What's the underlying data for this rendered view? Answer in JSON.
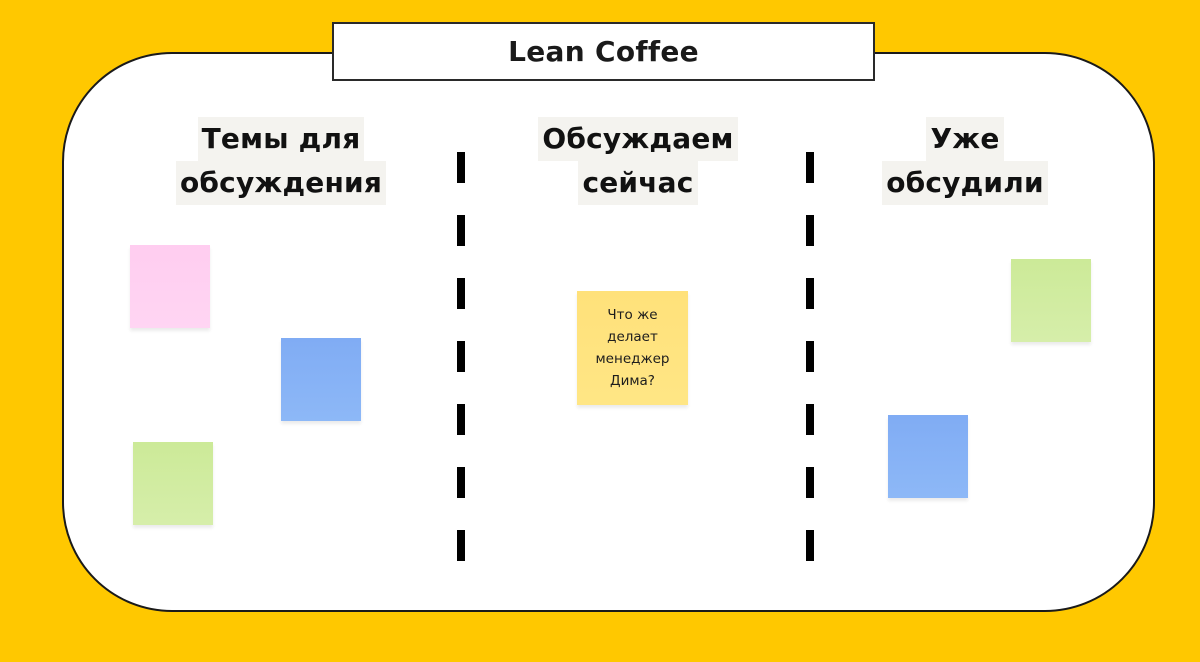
{
  "title": "Lean Coffee",
  "columns": [
    {
      "heading_line1": "Темы для",
      "heading_line2": "обсуждения"
    },
    {
      "heading_line1": "Обсуждаем",
      "heading_line2": "сейчас"
    },
    {
      "heading_line1": "Уже",
      "heading_line2": "обсудили"
    }
  ],
  "colors": {
    "background": "#FFC800",
    "board": "#FFFFFF",
    "heading_highlight": "#F4F3EF",
    "sticky_pink": "#FFD0F0",
    "sticky_blue": "#82AFF5",
    "sticky_green": "#CDEB9A",
    "sticky_yellow": "#FFE37A"
  },
  "stickies": [
    {
      "column": "Темы для обсуждения",
      "color": "pink",
      "text": ""
    },
    {
      "column": "Темы для обсуждения",
      "color": "blue",
      "text": ""
    },
    {
      "column": "Темы для обсуждения",
      "color": "green",
      "text": ""
    },
    {
      "column": "Обсуждаем сейчас",
      "color": "yellow",
      "text": "Что же\nделает\nменеджер\nДима?"
    },
    {
      "column": "Уже обсудили",
      "color": "green",
      "text": ""
    },
    {
      "column": "Уже обсудили",
      "color": "blue",
      "text": ""
    }
  ]
}
